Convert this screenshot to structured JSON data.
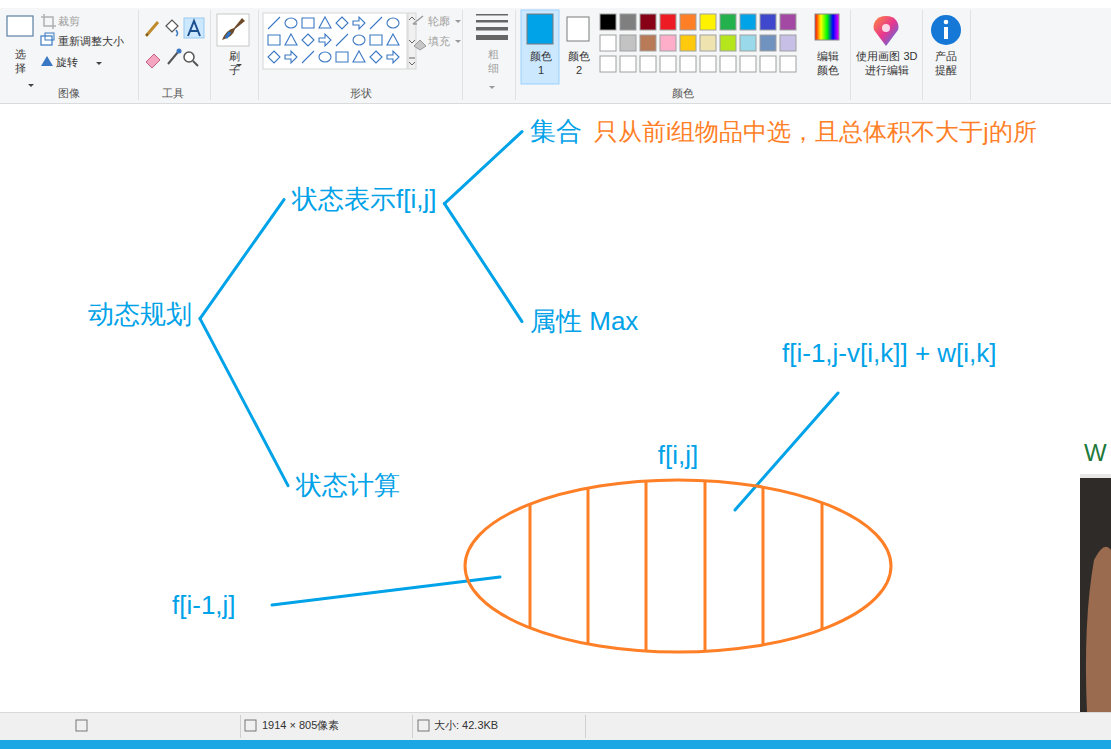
{
  "diagram": {
    "nodes": [
      {
        "text": [
          "动态规划"
        ]
      },
      {
        "text": [
          "状态表示f[i,j]"
        ]
      },
      {
        "text": [
          "集合",
          "只从前i组物品中选，且总体积不大于j的所"
        ]
      },
      {
        "text": [
          "属性 Max"
        ]
      },
      {
        "text": [
          "状态计算"
        ]
      },
      {
        "text": [
          "f[i,j]"
        ]
      }
    ],
    "edges": [
      {
        "from": 0,
        "to": 1,
        "arrow": "none"
      },
      {
        "from": 1,
        "to": 2,
        "arrow": "none"
      },
      {
        "from": 1,
        "to": 3,
        "arrow": "none"
      },
      {
        "from": 0,
        "to": 4,
        "arrow": "none"
      }
    ],
    "labels": [
      "裁剪",
      "重新调整大小",
      "选择",
      "旋转",
      "图像",
      "工具",
      "刷子",
      "轮廓",
      "填充",
      "形状",
      "粗细",
      "颜色 1",
      "颜色 2",
      "编辑颜色",
      "使用画图 3D 进行编辑",
      "产品提醒",
      "颜色",
      "f[i-1,j]",
      "f[i-1,j-v[i,k]] + w[i,k]",
      "W",
      "1914 × 805像素",
      "大小: 42.3KB"
    ]
  }
}
